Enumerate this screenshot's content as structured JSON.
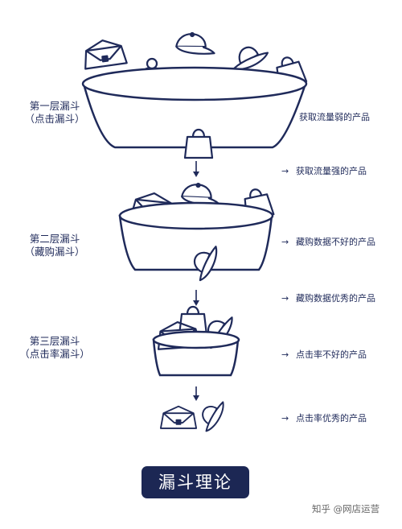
{
  "levels": [
    {
      "name": "第一层漏斗",
      "sub": "（点击漏斗）"
    },
    {
      "name": "第二层漏斗",
      "sub": "（藏购漏斗）"
    },
    {
      "name": "第三层漏斗",
      "sub": "（点击率漏斗）"
    }
  ],
  "outcomes": [
    "获取流量弱的产品",
    "获取流量强的产品",
    "藏购数据不好的产品",
    "藏购数据优秀的产品",
    "点击率不好的产品",
    "点击率优秀的产品"
  ],
  "arrow": "→",
  "title": "漏斗理论",
  "watermark": "知乎 @网店运营",
  "colors": {
    "ink": "#1f2a5a",
    "title_bg": "#1c2754",
    "title_text": "#ffffff"
  },
  "icons": [
    "handbag-icon",
    "beanie-icon",
    "cap-icon",
    "bucket-hat-icon",
    "tote-bag-icon"
  ]
}
